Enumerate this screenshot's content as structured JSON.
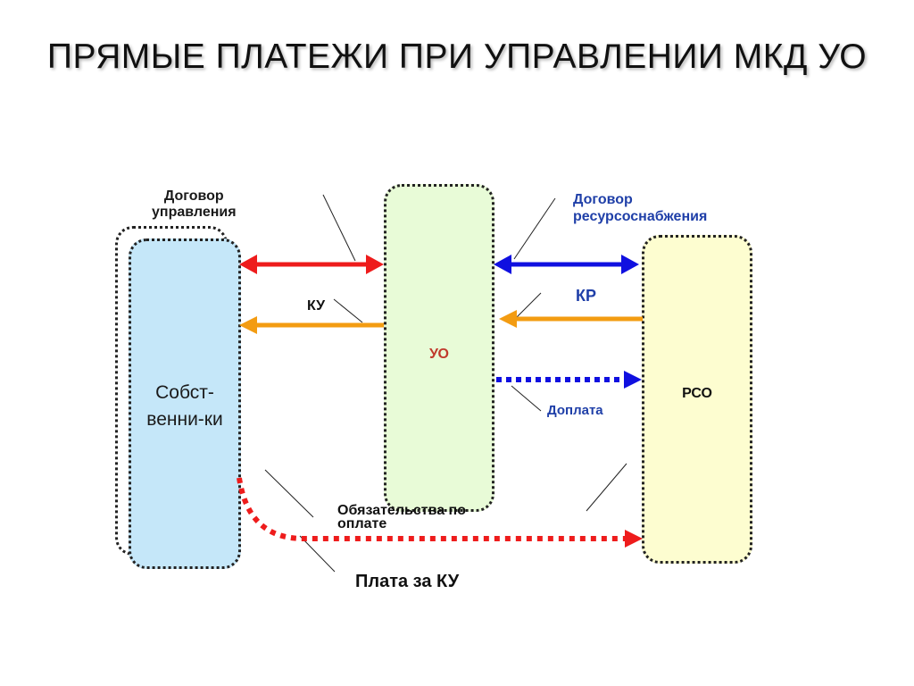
{
  "title": "ПРЯМЫЕ ПЛАТЕЖИ ПРИ УПРАВЛЕНИИ МКД УО",
  "nodes": {
    "owners": "Собст-венни-ки",
    "uo": "УО",
    "rso": "РСО"
  },
  "labels": {
    "management_contract_line1": "Договор",
    "management_contract_line2": "управления",
    "resource_contract_line1": "Договор",
    "resource_contract_line2": "ресурсоснабжения",
    "ku": "КУ",
    "kr": "КР",
    "extra_payment": "Доплата",
    "obligations_line1": "Обязательства по",
    "obligations_line2": "оплате",
    "fee_for_ku": "Плата за КУ"
  },
  "colors": {
    "red": "#ee1c1c",
    "blue": "#1010e0",
    "orange": "#f39c12",
    "owners_fill": "#c5e7f9",
    "uo_fill": "#e8fbd7",
    "rso_fill": "#fdfdd0"
  }
}
